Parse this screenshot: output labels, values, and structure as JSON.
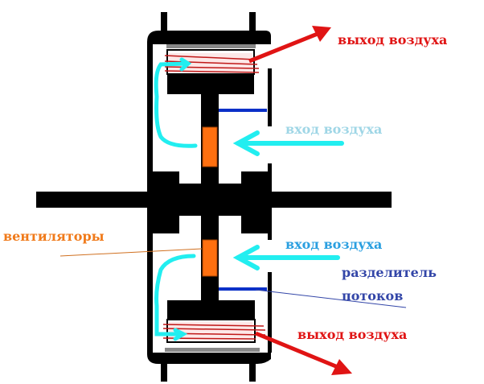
{
  "labels": {
    "outlet_top": "выход воздуха",
    "inlet_top": "вход воздуха",
    "fans": "вентиляторы",
    "inlet_bottom": "вход воздуха",
    "divider_line1": "разделитель",
    "divider_line2": "потоков",
    "outlet_bottom": "выход воздуха"
  },
  "colors": {
    "outlet": "#e01414",
    "inlet_top": "#9fd6e6",
    "inlet_bottom": "#2a9fe0",
    "fans": "#f07a1a",
    "divider": "#3346a8",
    "air_flow": "#22eef0",
    "fan_block": "#ff7010",
    "divider_plate": "#0a30c8"
  }
}
